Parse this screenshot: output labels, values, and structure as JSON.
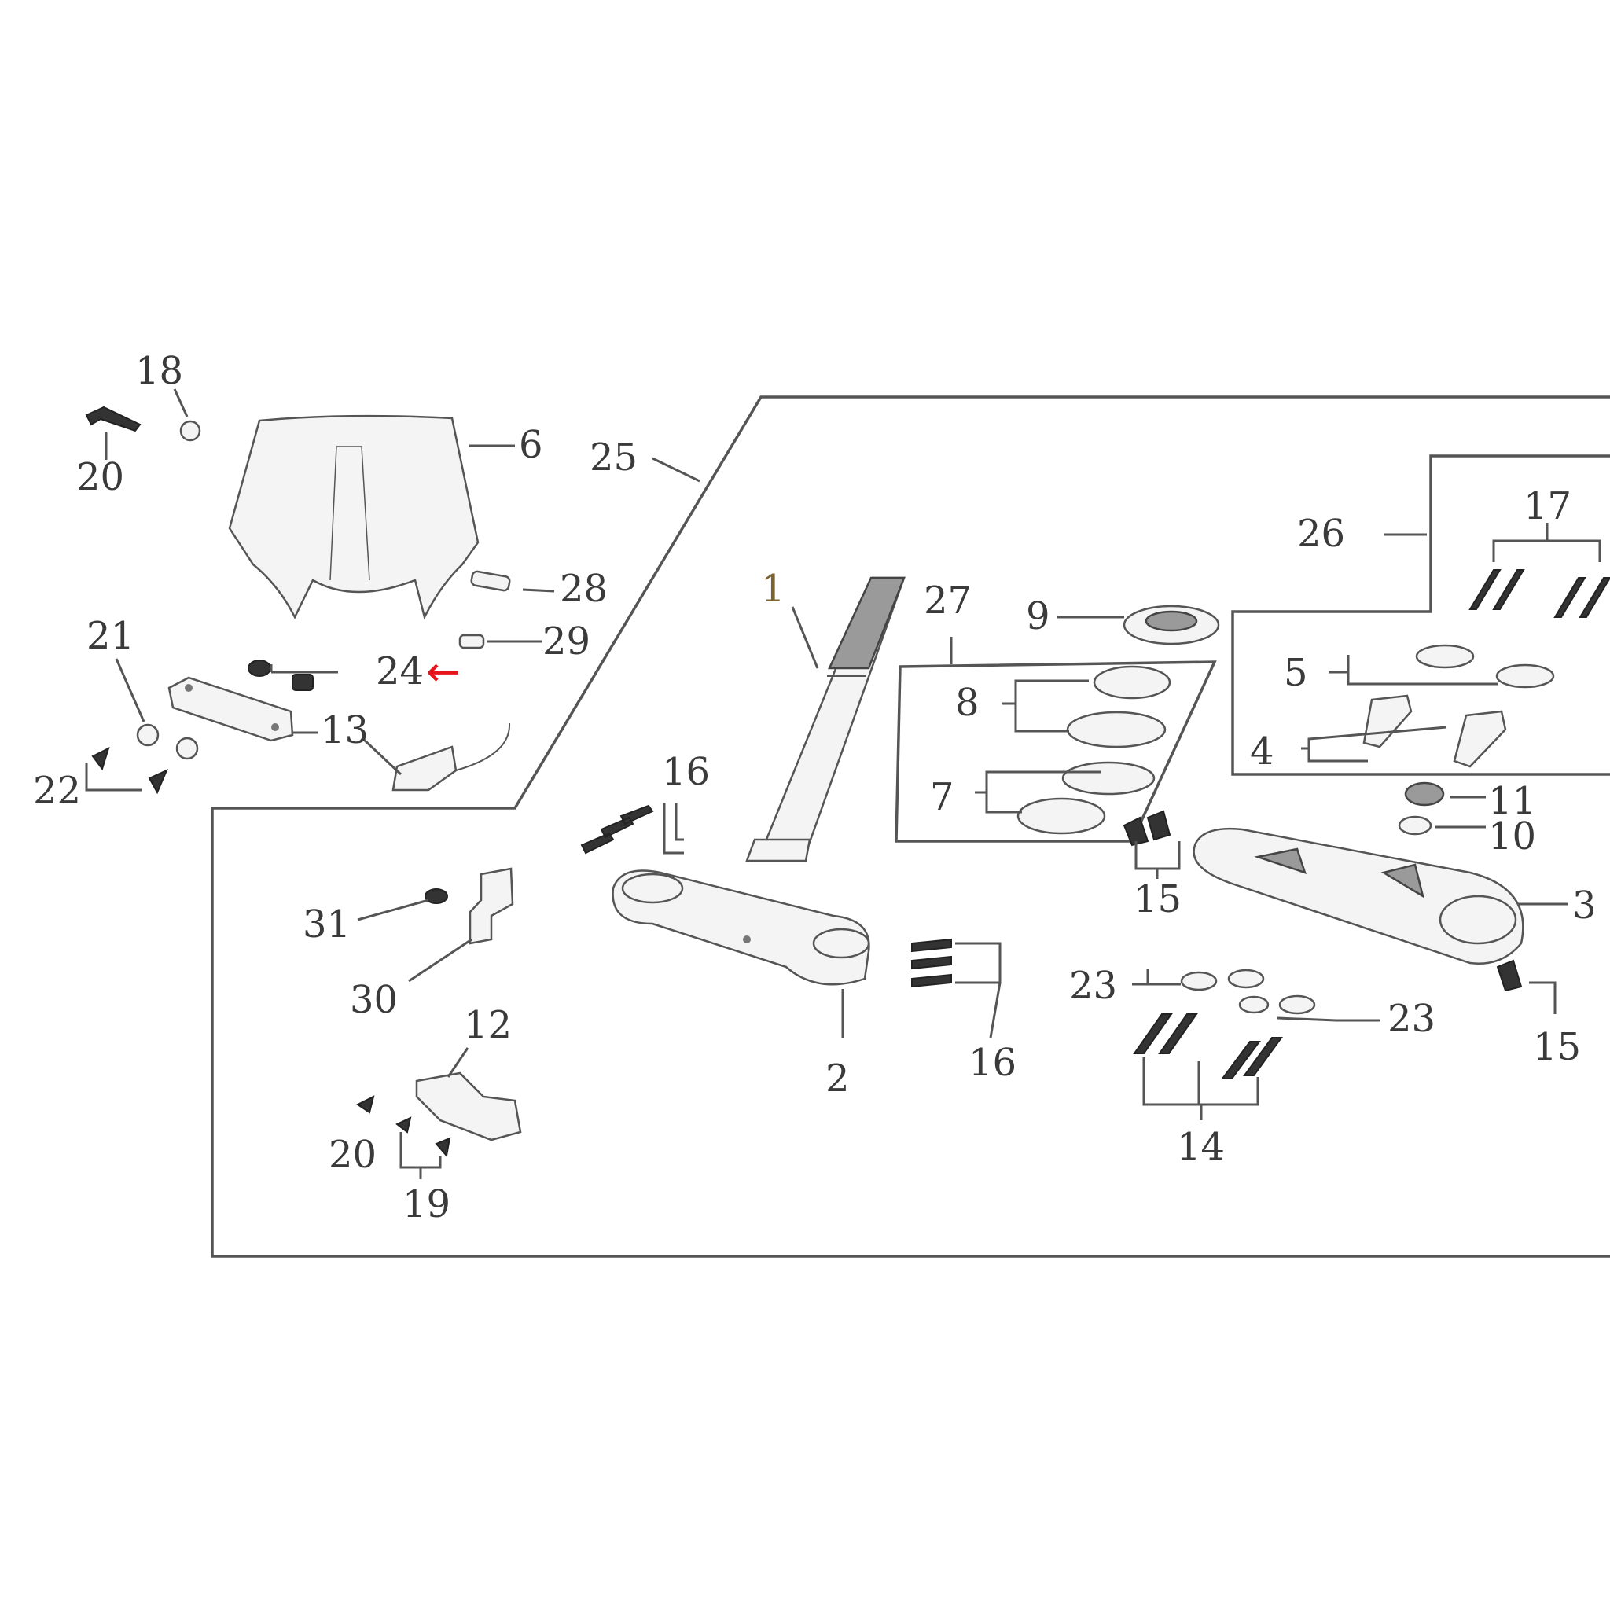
{
  "callouts": [
    {
      "id": "1",
      "text": "1",
      "highlight": false
    },
    {
      "id": "2",
      "text": "2",
      "highlight": false
    },
    {
      "id": "3",
      "text": "3",
      "highlight": false
    },
    {
      "id": "4",
      "text": "4",
      "highlight": false
    },
    {
      "id": "5",
      "text": "5",
      "highlight": false
    },
    {
      "id": "6",
      "text": "6",
      "highlight": false
    },
    {
      "id": "7",
      "text": "7",
      "highlight": false
    },
    {
      "id": "8",
      "text": "8",
      "highlight": false
    },
    {
      "id": "9",
      "text": "9",
      "highlight": false
    },
    {
      "id": "10",
      "text": "10",
      "highlight": false
    },
    {
      "id": "11",
      "text": "11",
      "highlight": false
    },
    {
      "id": "12",
      "text": "12",
      "highlight": false
    },
    {
      "id": "13",
      "text": "13",
      "highlight": false
    },
    {
      "id": "14",
      "text": "14",
      "highlight": false
    },
    {
      "id": "15a",
      "text": "15",
      "highlight": false
    },
    {
      "id": "15b",
      "text": "15",
      "highlight": false
    },
    {
      "id": "16a",
      "text": "16",
      "highlight": false
    },
    {
      "id": "16b",
      "text": "16",
      "highlight": false
    },
    {
      "id": "17",
      "text": "17",
      "highlight": false
    },
    {
      "id": "18",
      "text": "18",
      "highlight": false
    },
    {
      "id": "19",
      "text": "19",
      "highlight": false
    },
    {
      "id": "20a",
      "text": "20",
      "highlight": false
    },
    {
      "id": "20b",
      "text": "20",
      "highlight": false
    },
    {
      "id": "21",
      "text": "21",
      "highlight": false
    },
    {
      "id": "22",
      "text": "22",
      "highlight": false
    },
    {
      "id": "23a",
      "text": "23",
      "highlight": false
    },
    {
      "id": "23b",
      "text": "23",
      "highlight": false
    },
    {
      "id": "24",
      "text": "24",
      "highlight": true
    },
    {
      "id": "25",
      "text": "25",
      "highlight": false
    },
    {
      "id": "26",
      "text": "26",
      "highlight": false
    },
    {
      "id": "27",
      "text": "27",
      "highlight": false
    },
    {
      "id": "28",
      "text": "28",
      "highlight": false
    },
    {
      "id": "29",
      "text": "29",
      "highlight": false
    },
    {
      "id": "30",
      "text": "30",
      "highlight": false
    },
    {
      "id": "31",
      "text": "31",
      "highlight": false
    }
  ],
  "highlight_arrow": {
    "glyph": "←",
    "color": "#e8141c",
    "target": "24"
  },
  "colors": {
    "line": "#555555",
    "label": "#3a3a3a",
    "label_tan": "#7a6330",
    "highlight": "#e8141c"
  }
}
